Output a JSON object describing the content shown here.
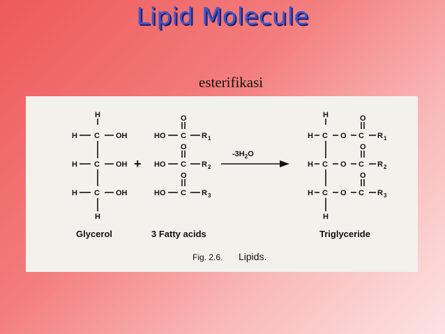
{
  "slide": {
    "title": "Lipid Molecule",
    "subtitle": "esterifikasi"
  },
  "figure": {
    "labels": {
      "glycerol": "Glycerol",
      "fatty_acids": "3 Fatty acids",
      "triglyceride": "Triglyceride",
      "caption_num": "Fig. 2.6.",
      "caption_text": "Lipids."
    },
    "atoms": {
      "H": "H",
      "C": "C",
      "O": "O",
      "OH": "OH",
      "HO": "HO",
      "R": "R"
    },
    "reaction": {
      "plus": "+",
      "arrow_label_main": "-3H",
      "arrow_label_sub": "2",
      "arrow_label_end": "O"
    },
    "r_subscripts": [
      "1",
      "2",
      "3"
    ]
  }
}
